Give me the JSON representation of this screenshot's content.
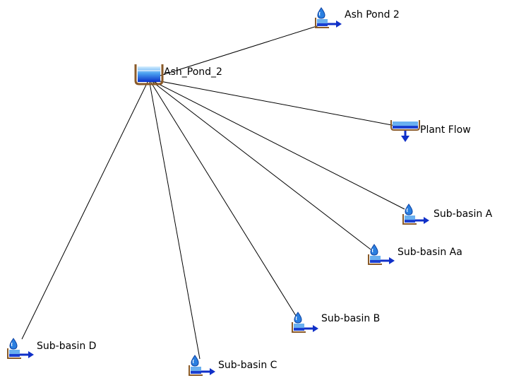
{
  "diagram": {
    "hub": {
      "label": "Ash_Pond_2",
      "icon": "reservoir-icon"
    },
    "nodes": [
      {
        "id": "ash-pond-2-inflow",
        "label": "Ash Pond 2",
        "icon": "inflow-icon"
      },
      {
        "id": "plant-flow",
        "label": "Plant Flow",
        "icon": "withdrawal-icon"
      },
      {
        "id": "sub-basin-a",
        "label": "Sub-basin A",
        "icon": "inflow-icon"
      },
      {
        "id": "sub-basin-aa",
        "label": "Sub-basin Aa",
        "icon": "inflow-icon"
      },
      {
        "id": "sub-basin-b",
        "label": "Sub-basin B",
        "icon": "inflow-icon"
      },
      {
        "id": "sub-basin-c",
        "label": "Sub-basin C",
        "icon": "inflow-icon"
      },
      {
        "id": "sub-basin-d",
        "label": "Sub-basin D",
        "icon": "inflow-icon"
      }
    ],
    "colors": {
      "link": "#000000",
      "water_light": "#a8d8f8",
      "water_dark": "#1a3fd0",
      "arrow": "#1030c8",
      "basin_outline": "#8a5a28"
    }
  }
}
